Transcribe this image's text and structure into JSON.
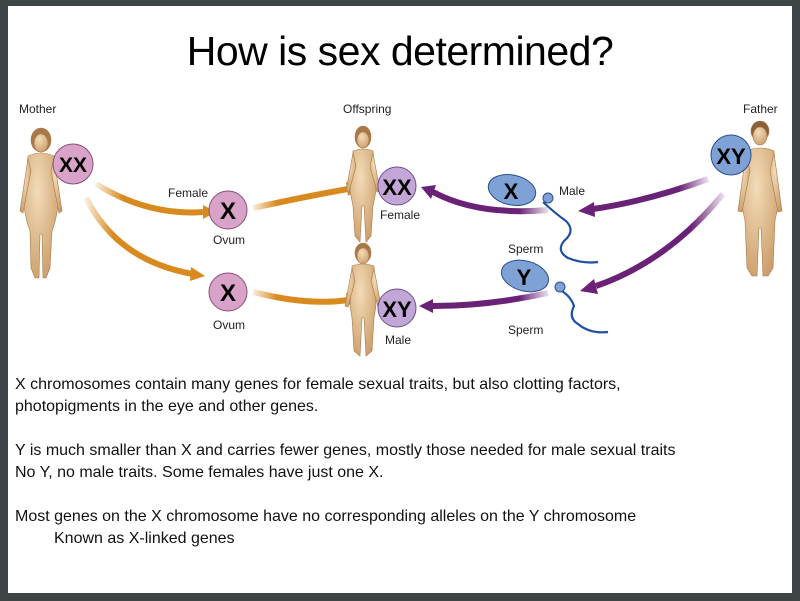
{
  "slide": {
    "title": "How is sex determined?",
    "diagram": {
      "parents": {
        "mother": {
          "label": "Mother",
          "chromosomes": "XX"
        },
        "father": {
          "label": "Father",
          "chromosomes": "XY"
        }
      },
      "offspring_label": "Offspring",
      "gametes": {
        "ovum_top": {
          "chromosome": "X",
          "label": "Ovum",
          "sex_label": "Female"
        },
        "ovum_bottom": {
          "chromosome": "X",
          "label": "Ovum"
        },
        "sperm_top": {
          "chromosome": "X",
          "label": "Sperm",
          "sex_label": "Male"
        },
        "sperm_bottom": {
          "chromosome": "Y",
          "label": "Sperm"
        }
      },
      "children": {
        "female": {
          "chromosomes": "XX",
          "label": "Female"
        },
        "male": {
          "chromosomes": "XY",
          "label": "Male"
        }
      },
      "colors": {
        "female_circle": "#d9a3c9",
        "child_circle": "#c3a6d8",
        "male_circle": "#7ea2d6",
        "ovum_arrow": "#d98a1e",
        "sperm_arrow": "#6a2277",
        "sperm_tail": "#1f4fa0",
        "skin": "#e8c79a"
      }
    },
    "paragraphs": [
      {
        "lines": [
          "X chromosomes contain many genes for female sexual traits, but also clotting factors,",
          "photopigments in the eye and other genes."
        ]
      },
      {
        "lines": [
          "Y is much smaller than X and carries fewer genes, mostly those needed for male sexual traits",
          "No Y, no male traits. Some females have just one X."
        ]
      },
      {
        "lines": [
          "Most genes on the X chromosome have no corresponding alleles on the Y chromosome"
        ],
        "sub": "Known as X-linked genes"
      }
    ]
  }
}
